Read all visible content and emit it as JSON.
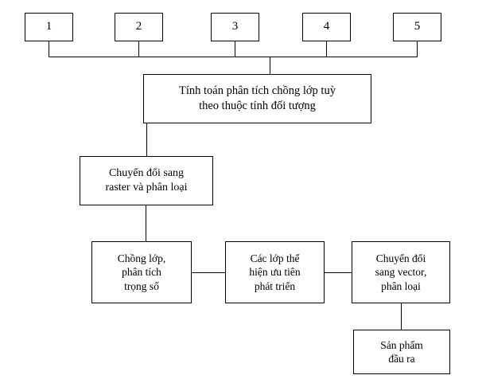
{
  "diagram": {
    "title": "Quy trinh phan tich chong lop GIS",
    "background_color": "#ffffff",
    "line_color": "#000000",
    "text_color": "#000000",
    "inputs": [
      {
        "id": "in1",
        "label": "1"
      },
      {
        "id": "in2",
        "label": "2"
      },
      {
        "id": "in3",
        "label": "3"
      },
      {
        "id": "in4",
        "label": "4"
      },
      {
        "id": "in5",
        "label": "5"
      }
    ],
    "nodes": [
      {
        "id": "overlay-analysis",
        "label": "Tính toán phân tích chồng lớp tuỳ\ntheo thuộc tính đối tượng"
      },
      {
        "id": "raster-convert",
        "label": "Chuyển đổi sang\nraster và phân loại"
      },
      {
        "id": "weighted-overlay",
        "label": "Chồng lớp,\nphân tích\ntrọng số"
      },
      {
        "id": "priority-layers",
        "label": "Các lớp thể\nhiện ưu tiên\nphát triển"
      },
      {
        "id": "vector-convert",
        "label": "Chuyển đổi\nsang vector,\nphân loại"
      },
      {
        "id": "output-product",
        "label": "Sản phẩm\nđầu ra"
      }
    ]
  }
}
